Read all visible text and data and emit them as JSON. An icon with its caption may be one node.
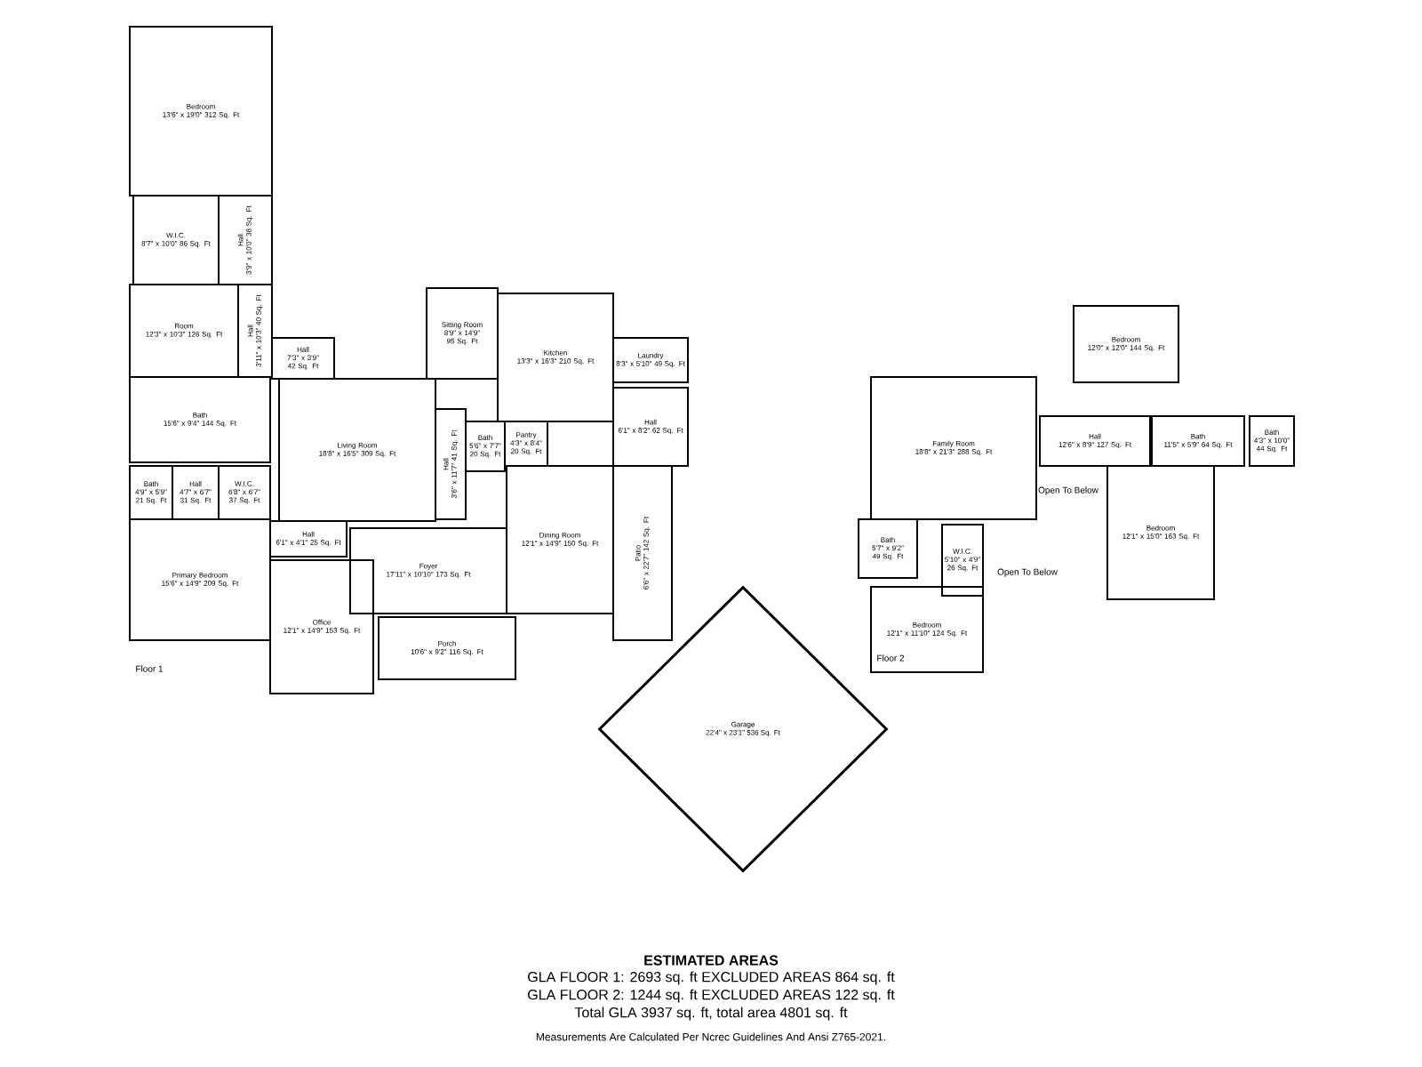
{
  "diagram": {
    "nodes": [
      {
        "text": [
          "Bedroom",
          "13'6\" x 19'0\" 312 Sq. Ft"
        ]
      },
      {
        "text": [
          "W.I.C.",
          "8'7\" x 10'0\" 86 Sq. Ft"
        ]
      },
      {
        "text": [
          "Hall",
          "3'9\" x 10'0\" 38 Sq. Ft"
        ]
      },
      {
        "text": [
          "Room",
          "12'3\" x 10'3\" 126 Sq. Ft"
        ]
      },
      {
        "text": [
          "Hall",
          "3'11\" x 10'3\" 40 Sq. Ft"
        ]
      },
      {
        "text": [
          "Hall",
          "7'3\" x 3'9\" 42 Sq. Ft"
        ]
      },
      {
        "text": [
          "Sitting Room",
          "8'9\" x 14'9\" 95 Sq. Ft"
        ]
      },
      {
        "text": [
          "Kitchen",
          "13'3\" x 16'3\" 210 Sq. Ft"
        ]
      },
      {
        "text": [
          "Laundry",
          "8'3\" x 5'10\" 49 Sq. Ft"
        ]
      },
      {
        "text": [
          "Hall",
          "6'1\" x 8'2\" 62 Sq. Ft"
        ]
      },
      {
        "text": [
          "Bath",
          "15'6\" x 9'4\" 144 Sq. Ft"
        ]
      },
      {
        "text": [
          "Living Room",
          "18'8\" x 16'5\" 309 Sq. Ft"
        ]
      },
      {
        "text": [
          "Hall",
          "3'6\" x 11'7\" 41 Sq. Ft"
        ]
      },
      {
        "text": [
          "Bath",
          "5'6\" x 7'7\" 20 Sq. Ft"
        ]
      },
      {
        "text": [
          "Pantry",
          "4'3\" x 8'4\" 20 Sq. Ft"
        ]
      },
      {
        "text": [
          "Bath",
          "4'9\" x 5'9\" 21 Sq. Ft"
        ]
      },
      {
        "text": [
          "Hall",
          "4'7\" x 6'7\" 31 Sq. Ft"
        ]
      },
      {
        "text": [
          "W.I.C.",
          "6'8\" x 6'7\" 37 Sq. Ft"
        ]
      },
      {
        "text": [
          "Hall",
          "6'1\" x 4'1\" 25 Sq. Ft"
        ]
      },
      {
        "text": [
          "Primary Bedroom",
          "15'6\" x 14'9\" 209 Sq. Ft"
        ]
      },
      {
        "text": [
          "Dining Room",
          "12'1\" x 14'9\" 150 Sq. Ft"
        ]
      },
      {
        "text": [
          "Patio",
          "6'6\" x 22'7\" 142 Sq. Ft"
        ]
      },
      {
        "text": [
          "Foyer",
          "17'11\" x 10'10\" 173 Sq. Ft"
        ]
      },
      {
        "text": [
          "Office",
          "12'1\" x 14'9\" 153 Sq. Ft"
        ]
      },
      {
        "text": [
          "Porch",
          "10'6\" x 9'2\" 116 Sq. Ft"
        ]
      },
      {
        "text": [
          "Garage",
          "22'4\" x 23'1\" 536 Sq. Ft"
        ]
      },
      {
        "text": [
          "Bedroom",
          "12'0\" x 12'0\" 144 Sq. Ft"
        ]
      },
      {
        "text": [
          "Family Room",
          "18'8\" x 21'3\" 288 Sq. Ft"
        ]
      },
      {
        "text": [
          "Hall",
          "12'6\" x 8'9\" 127 Sq. Ft"
        ]
      },
      {
        "text": [
          "Bath",
          "11'5\" x 5'9\" 64 Sq. Ft"
        ]
      },
      {
        "text": [
          "Bath",
          "4'3\" x 10'0\" 44 Sq. Ft"
        ]
      },
      {
        "text": [
          "Bedroom",
          "12'1\" x 15'0\" 163 Sq. Ft"
        ]
      },
      {
        "text": [
          "Bath",
          "5'7\" x 9'2\" 49 Sq. Ft"
        ]
      },
      {
        "text": [
          "W.I.C.",
          "5'10\" x 4'9\" 26 Sq. Ft"
        ]
      },
      {
        "text": [
          "Bedroom",
          "12'1\" x 11'10\" 124 Sq. Ft"
        ]
      }
    ],
    "labels": [
      "Open To Below",
      "Open To Below",
      "Floor 1",
      "Floor 2",
      "ESTIMATED AREAS",
      "GLA FLOOR 1: 2693 sq. ft EXCLUDED AREAS 864 sq. ft",
      "GLA FLOOR 2: 1244 sq. ft EXCLUDED AREAS 122 sq. ft",
      "Total GLA 3937 sq. ft, total area 4801 sq. ft",
      "Measurements Are Calculated Per Ncrec Guidelines And Ansi Z765-2021."
    ]
  }
}
